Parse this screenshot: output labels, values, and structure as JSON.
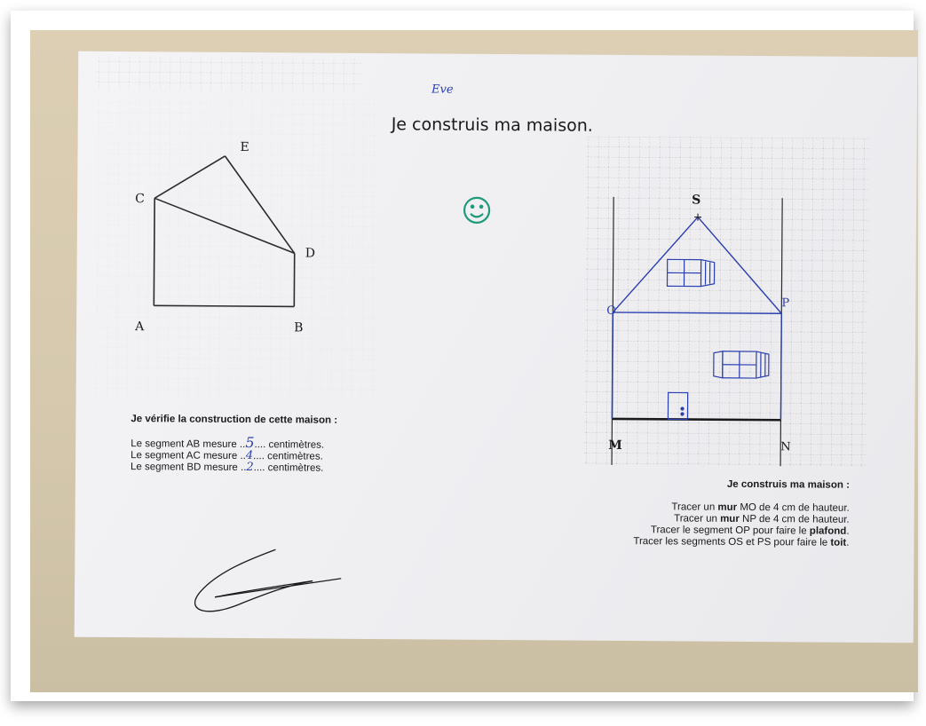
{
  "header": {
    "student_name": "Eve",
    "title": "Je construis ma maison."
  },
  "figure1": {
    "labels": {
      "E": "E",
      "C": "C",
      "D": "D",
      "A": "A",
      "B": "B"
    }
  },
  "figure2": {
    "labels": {
      "S": "S",
      "O": "O",
      "P": "P",
      "M": "M",
      "N": "N"
    }
  },
  "check_section": {
    "heading": "Je vérifie la construction de cette maison :",
    "lines": [
      {
        "prefix": "Le segment AB mesure ..",
        "answer": "5",
        "suffix": ".... centimètres."
      },
      {
        "prefix": "Le segment AC mesure ..",
        "answer": "4",
        "suffix": ".... centimètres."
      },
      {
        "prefix": "Le segment BD mesure ..",
        "answer": "2",
        "suffix": ".... centimètres."
      }
    ]
  },
  "instructions": {
    "heading": "Je construis ma maison :",
    "lines": [
      {
        "a": "Tracer un ",
        "b": "mur",
        "c": " MO de 4 cm de hauteur."
      },
      {
        "a": "Tracer un ",
        "b": "mur",
        "c": " NP de 4 cm de hauteur."
      },
      {
        "a": "Tracer le segment OP pour faire le ",
        "b": "plafond",
        "c": "."
      },
      {
        "a": "Tracer les segments OS et PS pour faire le ",
        "b": "toit",
        "c": "."
      }
    ]
  },
  "colors": {
    "pencil": "#2b2b2b",
    "ink_blue": "#2a3fb0",
    "stamp_green": "#1f9a7a"
  },
  "icons": {
    "stamp": "smiley-face-icon",
    "signature": "signature-scribble"
  }
}
